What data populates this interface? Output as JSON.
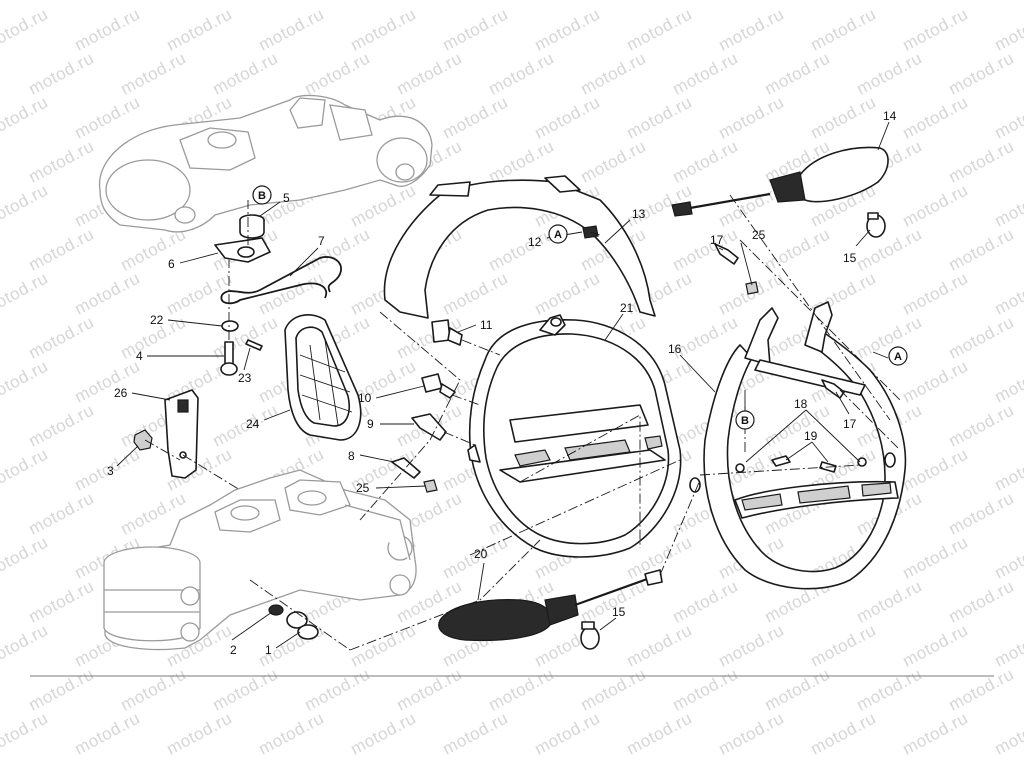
{
  "watermark": "motod.ru",
  "callouts": {
    "c1": "1",
    "c2": "2",
    "c3": "3",
    "c4": "4",
    "c5": "5",
    "c6": "6",
    "c7": "7",
    "c8": "8",
    "c9": "9",
    "c10": "10",
    "c11": "11",
    "c12": "12",
    "c13": "13",
    "c14": "14",
    "c15a": "15",
    "c15b": "15",
    "c16": "16",
    "c17a": "17",
    "c17b": "17",
    "c18": "18",
    "c19": "19",
    "c20": "20",
    "c21": "21",
    "c22": "22",
    "c23": "23",
    "c24": "24",
    "c25a": "25",
    "c25b": "25",
    "c26": "26"
  },
  "references": {
    "ref_b_top": "B",
    "ref_a_top": "A",
    "ref_b_frame": "B",
    "ref_a_right": "A"
  }
}
